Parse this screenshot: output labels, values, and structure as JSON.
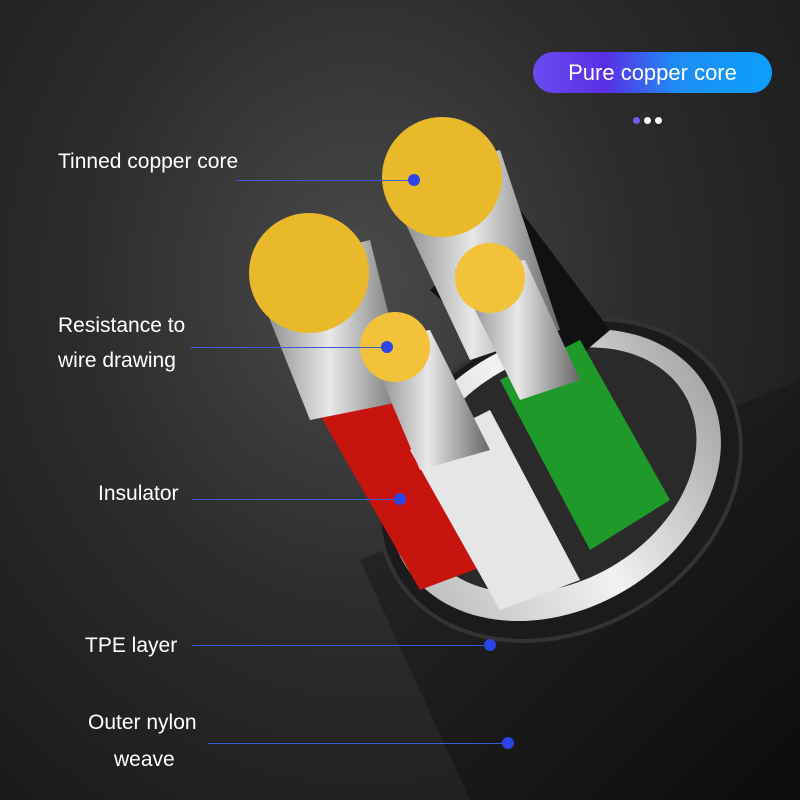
{
  "badge": {
    "label": "Pure copper core"
  },
  "carousel": {
    "total": 3,
    "active": 1
  },
  "callouts": [
    {
      "label": "Tinned copper core"
    },
    {
      "label_line1": "Resistance to",
      "label_line2": "wire drawing"
    },
    {
      "label": "Insulator"
    },
    {
      "label": "TPE layer"
    },
    {
      "label_line1": "Outer nylon",
      "label_line2": "weave"
    }
  ],
  "colors": {
    "accent_line": "#3a5bd8",
    "point": "#2b45e8",
    "wire_red": "#c8140f",
    "wire_green": "#1f9a2a",
    "wire_white": "#e8e8e8",
    "wire_black": "#111111",
    "copper": "#f2c33a"
  }
}
